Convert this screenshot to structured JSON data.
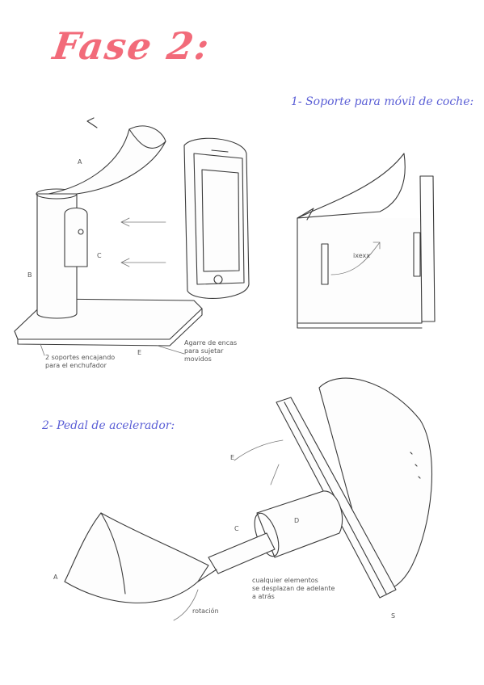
{
  "page": {
    "title": "Fase 2:",
    "section1_title": "1- Soporte para móvil de coche:",
    "section2_title": "2- Pedal de acelerador:"
  },
  "labels_drawing1": {
    "a": "A",
    "b": "B",
    "c": "C",
    "e": "E",
    "note_left": "2 soportes encajando\npara el enchufador",
    "note_right": "Agarre de encas\npara sujetar\nmovidos"
  },
  "labels_drawing2": {
    "note_center": "ixexx"
  },
  "labels_drawing3": {
    "a": "A",
    "c": "C",
    "d": "D",
    "e": "E",
    "s": "S",
    "note_rotation": "rotación",
    "note_bottom": "cualquier elementos\nse desplazan de adelante\na atrás"
  },
  "colors": {
    "title": "#f26b7a",
    "section": "#5b5fd6",
    "sketch": "#3a3a3a"
  }
}
